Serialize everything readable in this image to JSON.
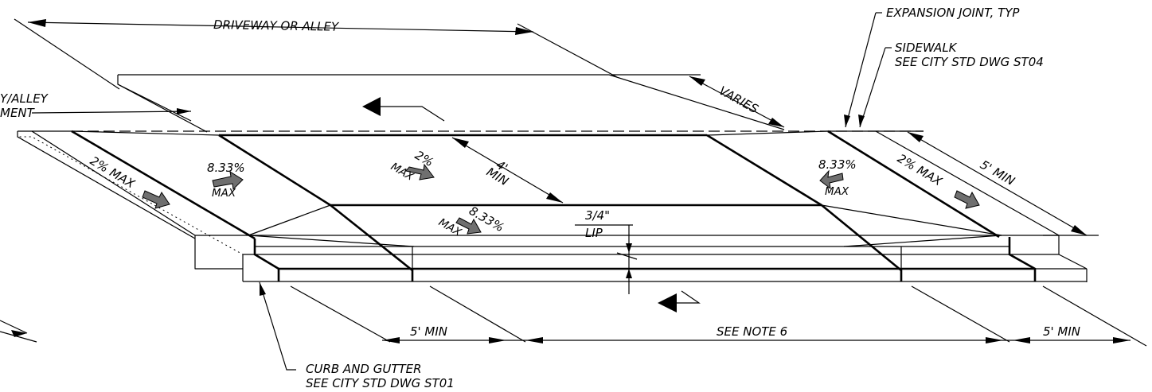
{
  "labels": {
    "driveway_or_alley": "DRIVEWAY OR ALLEY",
    "expansion_joint": "EXPANSION JOINT, TYP",
    "sidewalk_line1": "SIDEWALK",
    "sidewalk_line2": "SEE CITY STD DWG ST04",
    "alley_line1": "Y/ALLEY",
    "alley_line2": "MENT",
    "varies": "VARIES",
    "four_ft": "4'",
    "min": "MIN",
    "five_ft_min_right": "5' MIN",
    "slope_2pct": "2%",
    "max": "MAX",
    "slope_2pct_max_left": "2% MAX",
    "slope_2pct_max_right": "2% MAX",
    "slope_833": "8.33%",
    "slope_833_center": "8.33%",
    "lip_dim": "3/4\"",
    "lip": "LIP",
    "five_ft_min_bottom_left": "5' MIN",
    "see_note_6": "SEE NOTE 6",
    "five_ft_min_bottom_right": "5' MIN",
    "curb_line1": "CURB AND GUTTER",
    "curb_line2": "SEE CITY STD DWG ST01"
  },
  "colors": {
    "line": "#000000",
    "slope_arrow": "#6f6f6f",
    "background": "#ffffff"
  }
}
